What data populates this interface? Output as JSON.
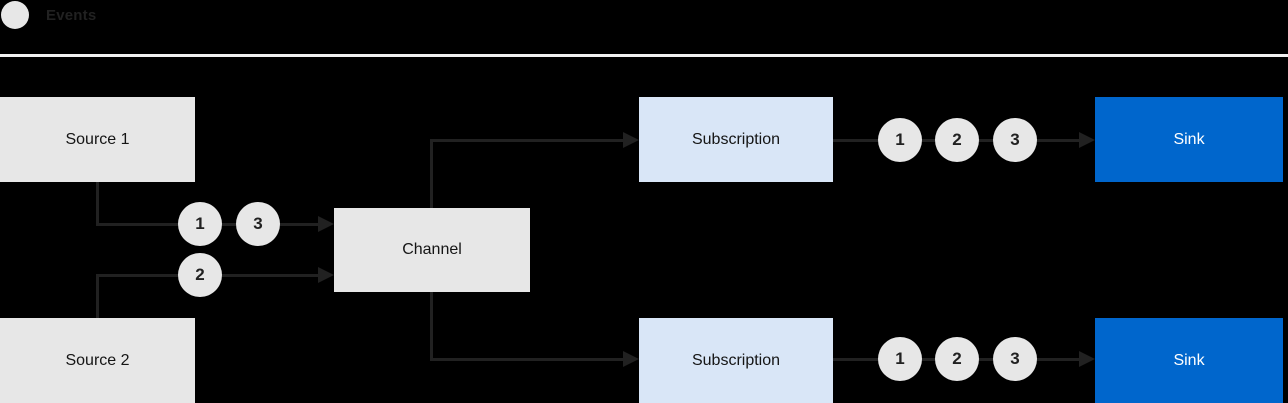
{
  "legend": {
    "events_label": "Events"
  },
  "nodes": {
    "source1": "Source 1",
    "source2": "Source 2",
    "channel": "Channel",
    "subscription_top": "Subscription",
    "subscription_bottom": "Subscription",
    "sink_top": "Sink",
    "sink_bottom": "Sink"
  },
  "badges": {
    "source1_to_channel": [
      "1",
      "3"
    ],
    "source2_to_channel": [
      "2"
    ],
    "subscription_top_to_sink": [
      "1",
      "2",
      "3"
    ],
    "subscription_bottom_to_sink": [
      "1",
      "2",
      "3"
    ]
  },
  "colors": {
    "background": "#000000",
    "node_gray": "#e7e7e7",
    "subscription_blue": "#d9e6f7",
    "sink_blue": "#0066cc",
    "connector_line": "#212121",
    "divider": "#f0f0f0",
    "text_dark": "#151515",
    "text_light": "#ffffff"
  }
}
